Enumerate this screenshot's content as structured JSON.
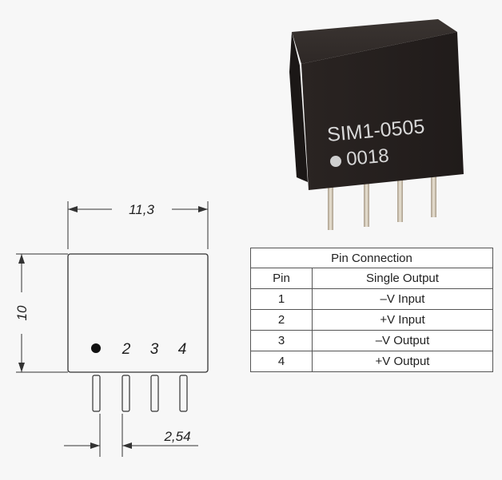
{
  "component": {
    "model": "SIM1-0505",
    "code": "0018",
    "body_color": "#2b2523",
    "label_color": "#d8d8d8",
    "pin_color": "#d4c9b8"
  },
  "drawing": {
    "width_dim": "11,3",
    "height_dim": "10",
    "pitch_dim": "2,54",
    "pin_labels": [
      "2",
      "3",
      "4"
    ],
    "pin1_marker": "dot"
  },
  "pin_table": {
    "title": "Pin Connection",
    "headers": [
      "Pin",
      "Single Output"
    ],
    "rows": [
      {
        "pin": "1",
        "function": "–V Input"
      },
      {
        "pin": "2",
        "function": "+V Input"
      },
      {
        "pin": "3",
        "function": "–V Output"
      },
      {
        "pin": "4",
        "function": "+V Output"
      }
    ]
  }
}
